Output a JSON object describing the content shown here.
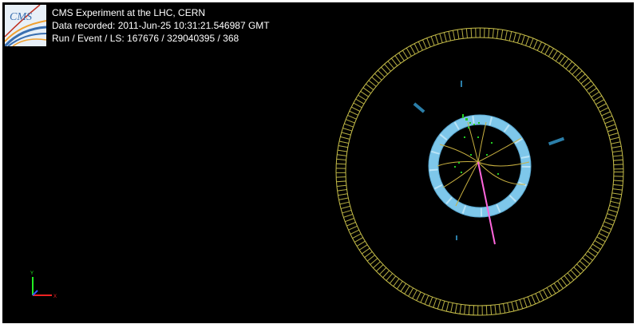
{
  "logo": {
    "text": "CMS",
    "icon": "cms-logo-icon"
  },
  "event_info": {
    "title": "CMS Experiment at the LHC, CERN",
    "recorded": "Data recorded: 2011-Jun-25 10:31:21.546987 GMT",
    "run_event": "Run / Event / LS: 167676 / 329040395 / 368"
  },
  "axes": {
    "y_label": "Y",
    "x_label": "X",
    "colors": {
      "y": "#22ee22",
      "x": "#ee2222",
      "z": "#3355ff"
    }
  },
  "colors": {
    "background": "#000000",
    "outer_ring": "#c9c04a",
    "calorimeter": "#7ec7ea",
    "tracks": "#c8b040",
    "muon_track": "#ff66dd",
    "hits": "#22cc22",
    "muon_segments": "#2b7ea8"
  }
}
